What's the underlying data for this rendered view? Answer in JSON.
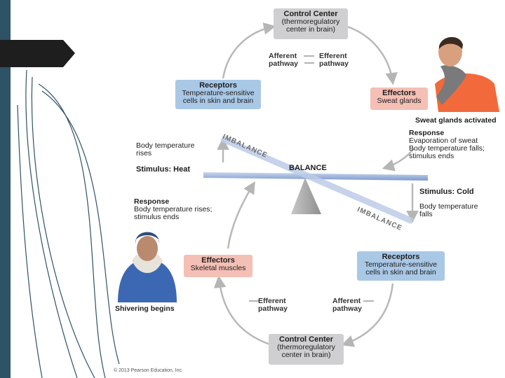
{
  "top": {
    "control_center": {
      "title": "Control Center",
      "sub1": "(thermoregulatory",
      "sub2": "center in brain)"
    },
    "afferent": {
      "l1": "Afferent",
      "l2": "pathway"
    },
    "efferent": {
      "l1": "Efferent",
      "l2": "pathway"
    },
    "receptors": {
      "title": "Receptors",
      "sub1": "Temperature-sensitive",
      "sub2": "cells in skin and brain"
    },
    "effectors": {
      "title": "Effectors",
      "sub1": "Sweat glands"
    },
    "sweat_caption": "Sweat glands activated",
    "response": {
      "title": "Response",
      "l1": "Evaporation of sweat",
      "l2": "Body temperature falls;",
      "l3": "stimulus ends"
    },
    "body_temp_rises": {
      "l1": "Body temperature",
      "l2": "rises"
    },
    "stimulus_heat": "Stimulus: Heat"
  },
  "balance": {
    "imbalance_top": "IMBALANCE",
    "balance_label": "BALANCE",
    "imbalance_bottom": "IMBALANCE"
  },
  "bottom": {
    "stimulus_cold": "Stimulus: Cold",
    "body_temp_falls": {
      "l1": "Body temperature",
      "l2": "falls"
    },
    "response": {
      "title": "Response",
      "l1": "Body temperature rises;",
      "l2": "stimulus ends"
    },
    "effectors": {
      "title": "Effectors",
      "sub1": "Skeletal muscles"
    },
    "receptors": {
      "title": "Receptors",
      "sub1": "Temperature-sensitive",
      "sub2": "cells in skin and brain"
    },
    "shiver_caption": "Shivering begins",
    "efferent": {
      "l1": "Efferent",
      "l2": "pathway"
    },
    "afferent": {
      "l1": "Afferent",
      "l2": "pathway"
    },
    "control_center": {
      "title": "Control Center",
      "sub1": "(thermoregulatory",
      "sub2": "center in brain)"
    }
  },
  "copyright": "© 2013 Pearson Education, Inc.",
  "colors": {
    "sidebar": "#2e5266",
    "control_center_box": "#cfcfd1",
    "receptor_box": "#a9c8e6",
    "effector_box": "#f4bfb5",
    "beam": "#8eaad6",
    "arrow": "#b8b8b8"
  }
}
